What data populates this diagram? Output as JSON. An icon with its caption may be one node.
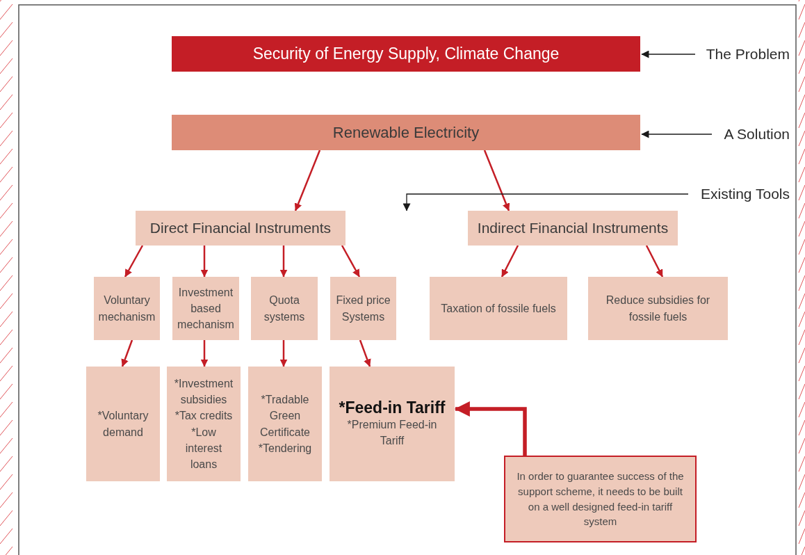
{
  "diagram": {
    "nodes": [
      {
        "text": [
          "Security of Energy Supply, Climate Change"
        ]
      },
      {
        "text": [
          "Renewable Electricity"
        ]
      },
      {
        "text": [
          "The Problem"
        ]
      },
      {
        "text": [
          "A Solution"
        ]
      },
      {
        "text": [
          "Existing Tools"
        ]
      },
      {
        "text": [
          "Direct Financial Instruments"
        ]
      },
      {
        "text": [
          "Indirect Financial Instruments"
        ]
      },
      {
        "text": [
          "Voluntary mechanism"
        ]
      },
      {
        "text": [
          "Investment based mechanism"
        ]
      },
      {
        "text": [
          "Quota systems"
        ]
      },
      {
        "text": [
          "Fixed price Systems"
        ]
      },
      {
        "text": [
          "Taxation of fossile fuels"
        ]
      },
      {
        "text": [
          "Reduce subsidies for fossile fuels"
        ]
      },
      {
        "text": [
          "*Voluntary demand"
        ]
      },
      {
        "text": [
          "*Investment subsidies *Tax credits *Low interest loans"
        ]
      },
      {
        "text": [
          "*Tradable Green Certificate *Tendering"
        ]
      },
      {
        "text": [
          "*Feed-in Tariff",
          "*Premium Feed-in Tariff"
        ]
      },
      {
        "text": [
          "In order to guarantee success of the support scheme, it needs to be built on a well designed feed-in tariff system"
        ]
      }
    ],
    "edges": [
      {
        "from": 2,
        "to": 0,
        "arrow": "to",
        "color": "#1a1a1a"
      },
      {
        "from": 3,
        "to": 1,
        "arrow": "to",
        "color": "#1a1a1a"
      },
      {
        "from": 1,
        "to": 5,
        "arrow": "to"
      },
      {
        "from": 1,
        "to": 6,
        "arrow": "to"
      },
      {
        "from": 4,
        "to": null,
        "arrow": "to",
        "color": "#1a1a1a"
      },
      {
        "from": 5,
        "to": 7,
        "arrow": "to"
      },
      {
        "from": 5,
        "to": 8,
        "arrow": "to"
      },
      {
        "from": 5,
        "to": 9,
        "arrow": "to"
      },
      {
        "from": 5,
        "to": 10,
        "arrow": "to"
      },
      {
        "from": 6,
        "to": 11,
        "arrow": "to"
      },
      {
        "from": 6,
        "to": 12,
        "arrow": "to"
      },
      {
        "from": 7,
        "to": 13,
        "arrow": "to"
      },
      {
        "from": 8,
        "to": 14,
        "arrow": "to"
      },
      {
        "from": 9,
        "to": 15,
        "arrow": "to"
      },
      {
        "from": 10,
        "to": 16,
        "arrow": "to"
      },
      {
        "from": 17,
        "to": 16,
        "arrow": "to",
        "style": "thick"
      }
    ]
  }
}
